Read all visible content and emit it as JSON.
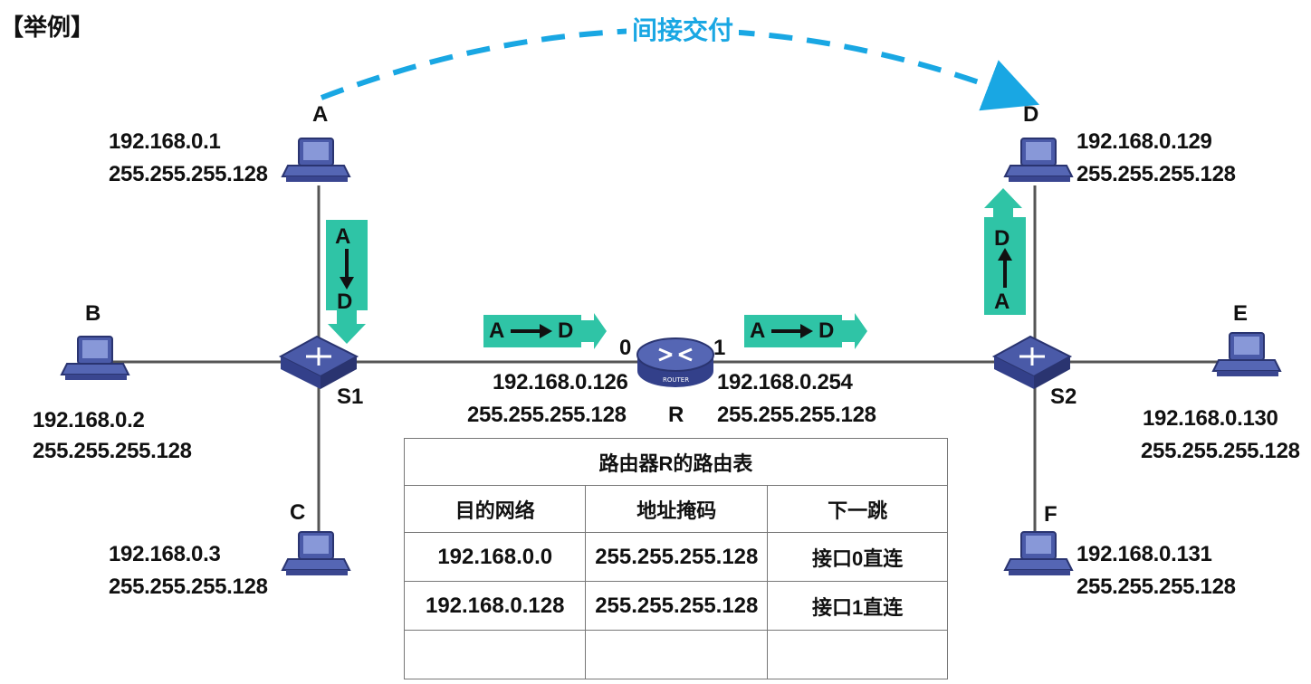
{
  "heading": "【举例】",
  "indirect_label": "间接交付",
  "accent_color": "#19a7e3",
  "arrow_color": "#2fc4a6",
  "hosts": {
    "A": {
      "name": "A",
      "ip": "192.168.0.1",
      "mask": "255.255.255.128"
    },
    "B": {
      "name": "B",
      "ip": "192.168.0.2",
      "mask": "255.255.255.128"
    },
    "C": {
      "name": "C",
      "ip": "192.168.0.3",
      "mask": "255.255.255.128"
    },
    "D": {
      "name": "D",
      "ip": "192.168.0.129",
      "mask": "255.255.255.128"
    },
    "E": {
      "name": "E",
      "ip": "192.168.0.130",
      "mask": "255.255.255.128"
    },
    "F": {
      "name": "F",
      "ip": "192.168.0.131",
      "mask": "255.255.255.128"
    }
  },
  "switches": {
    "s1": "S1",
    "s2": "S2",
    "icon_text": "SWITCH"
  },
  "router": {
    "name": "R",
    "icon_text": "ROUTER",
    "iface0": {
      "label": "0",
      "ip": "192.168.0.126",
      "mask": "255.255.255.128"
    },
    "iface1": {
      "label": "1",
      "ip": "192.168.0.254",
      "mask": "255.255.255.128"
    }
  },
  "packet": {
    "src": "A",
    "dst": "D"
  },
  "routing_table": {
    "title": "路由器R的路由表",
    "headers": [
      "目的网络",
      "地址掩码",
      "下一跳"
    ],
    "rows": [
      [
        "192.168.0.0",
        "255.255.255.128",
        "接口0直连"
      ],
      [
        "192.168.0.128",
        "255.255.255.128",
        "接口1直连"
      ],
      [
        "",
        "",
        ""
      ]
    ]
  }
}
